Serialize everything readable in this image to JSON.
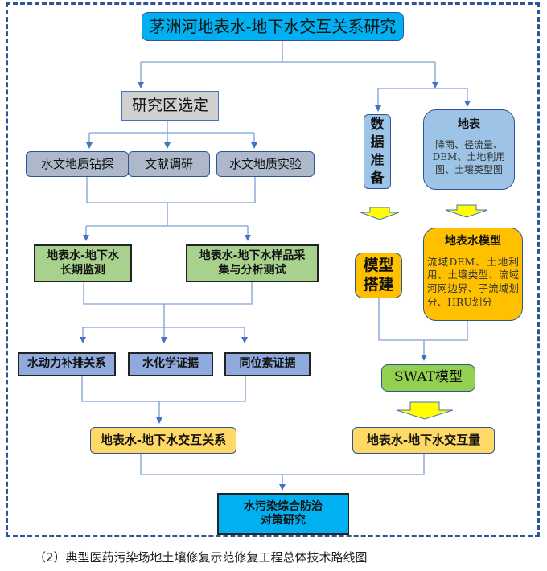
{
  "diagram": {
    "title": "茅洲河地表水-地下水交互关系研究",
    "left_branch": {
      "study_area": "研究区选定",
      "methods": [
        "水文地质钻探",
        "文献调研",
        "水文地质实验"
      ],
      "monitoring": [
        {
          "line1": "地表水-地下水",
          "line2": "长期监测"
        },
        {
          "line1": "地表水-地下水样品采",
          "line2": "集与分析测试"
        }
      ],
      "evidence": [
        "水动力补排关系",
        "水化学证据",
        "同位素证据"
      ],
      "result": "地表水-地下水交互关系"
    },
    "right_branch": {
      "data_prep": [
        "数",
        "据",
        "准",
        "备"
      ],
      "surface": {
        "head": "地表",
        "body": "降雨、径流量、DEM、土地利用图、土壤类型图"
      },
      "model_build": {
        "line1": "模型",
        "line2": "搭建"
      },
      "surface_model": {
        "head": "地表水模型",
        "body": "流域DEM、土地利用、土壤类型、流域河网边界、子流域划分、HRU划分"
      },
      "swat": "SWAT模型",
      "result": "地表水-地下水交互量"
    },
    "final": {
      "line1": "水污染综合防治",
      "line2": "对策研究"
    },
    "caption": "（2）典型医药污染场地土壤修复示范修复工程总体技术路线图"
  },
  "colors": {
    "frame": "#2f5597",
    "connector": "#4472c4",
    "block_arrow": "#ffff00",
    "title_fill": "#00b0f0",
    "grey_fill": "#d0d0d0",
    "method_fill": "#adb9ca",
    "green_fill": "#a9d18e",
    "evidence_fill": "#8faadc",
    "result_fill": "#ffd966",
    "light_blue_fill": "#9dc3e6",
    "orange_fill": "#ffc000",
    "swat_fill": "#92d050"
  }
}
